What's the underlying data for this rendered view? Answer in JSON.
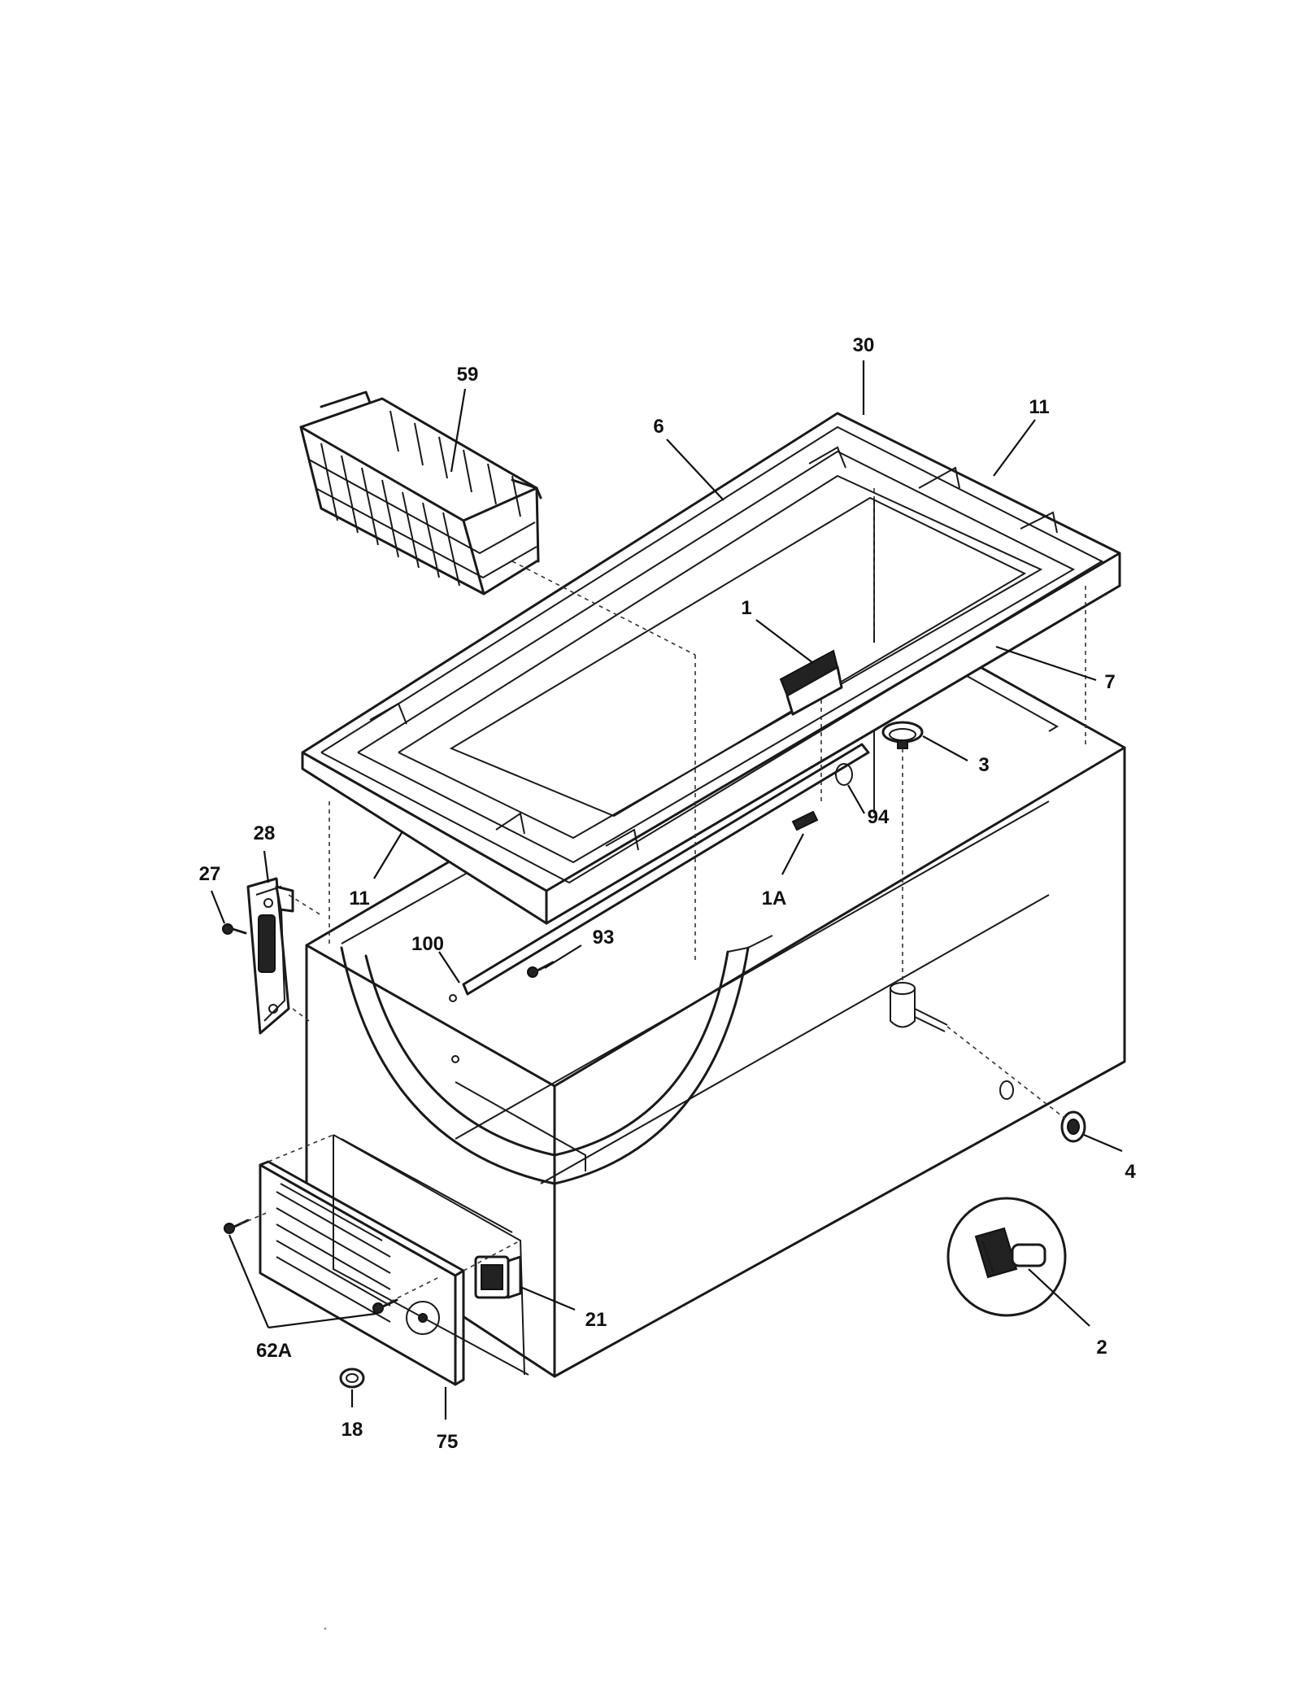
{
  "diagram": {
    "callouts": [
      "30",
      "59",
      "11",
      "6",
      "1",
      "7",
      "3",
      "94",
      "1A",
      "28",
      "27",
      "11",
      "100",
      "93",
      "4",
      "2",
      "21",
      "62A",
      "18",
      "75"
    ]
  }
}
